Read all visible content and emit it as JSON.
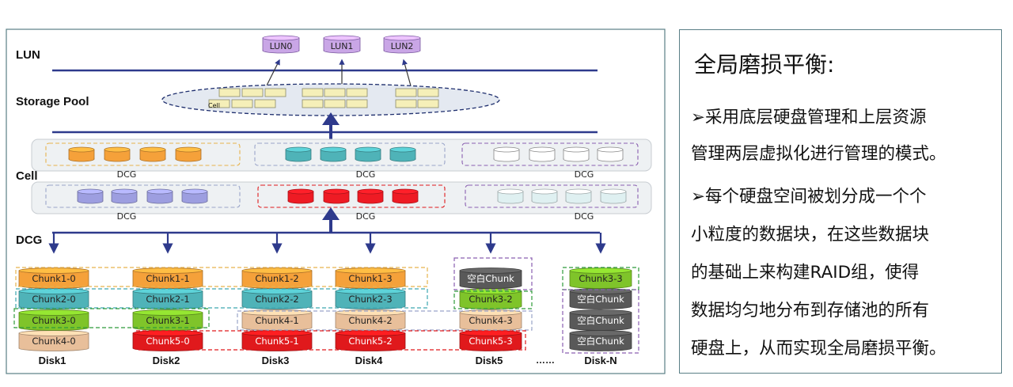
{
  "diagram": {
    "layers": {
      "lun": "LUN",
      "storage_pool": "Storage Pool",
      "cell": "Cell",
      "dcg": "DCG"
    },
    "luns": [
      "LUN0",
      "LUN1",
      "LUN2"
    ],
    "pool_cell_label": "Cell",
    "dcg_label": "DCG",
    "disks": [
      {
        "name": "Disk1",
        "chunks": [
          "Chunk1-0",
          "Chunk2-0",
          "Chunk3-0",
          "Chunk4-0"
        ]
      },
      {
        "name": "Disk2",
        "chunks": [
          "Chunk1-1",
          "Chunk2-1",
          "Chunk3-1",
          "Chunk5-0"
        ]
      },
      {
        "name": "Disk3",
        "chunks": [
          "Chunk1-2",
          "Chunk2-2",
          "Chunk4-1",
          "Chunk5-1"
        ]
      },
      {
        "name": "Disk4",
        "chunks": [
          "Chunk1-3",
          "Chunk2-3",
          "Chunk4-2",
          "Chunk5-2"
        ]
      },
      {
        "name": "Disk5",
        "chunks": [
          "空白Chunk",
          "Chunk3-2",
          "Chunk4-3",
          "Chunk5-3"
        ]
      },
      {
        "name": "Disk-N",
        "chunks": [
          "Chunk3-3",
          "空白Chunk",
          "空白Chunk",
          "空白Chunk"
        ]
      }
    ],
    "ellipsis": "……",
    "colors": {
      "chunk1": "#f5a13a",
      "chunk2": "#4fb3b8",
      "chunk3": "#7fc42a",
      "chunk4": "#e8bf9a",
      "chunk5": "#e0191c",
      "blank": "#595959",
      "lun": "#c9a6e6",
      "arrow": "#2e3a8c",
      "frame": "#5a7f86"
    }
  },
  "panel": {
    "title": "全局磨损平衡:",
    "lines": [
      "➢采用底层硬盘管理和上层资源",
      "管理两层虚拟化进行管理的模式。",
      "➢每个硬盘空间被划分成一个个",
      "小粒度的数据块，在这些数据块",
      "的基础上来构建RAID组，使得",
      "数据均匀地分布到存储池的所有",
      "硬盘上，从而实现全局磨损平衡。"
    ]
  }
}
